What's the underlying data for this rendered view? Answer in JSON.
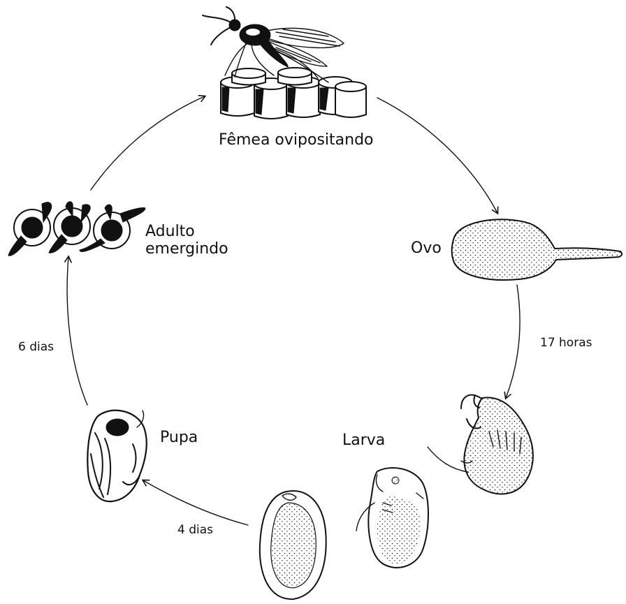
{
  "stages": {
    "female": "Fêmea ovipositando",
    "egg": "Ovo",
    "larva": "Larva",
    "pupa": "Pupa",
    "adult_line1": "Adulto",
    "adult_line2": "emergindo"
  },
  "durations": {
    "egg_to_larva": "17 horas",
    "larva_to_pupa": "4 dias",
    "pupa_to_adult": "6 dias"
  },
  "colors": {
    "ink": "#111111",
    "background": "#ffffff"
  }
}
